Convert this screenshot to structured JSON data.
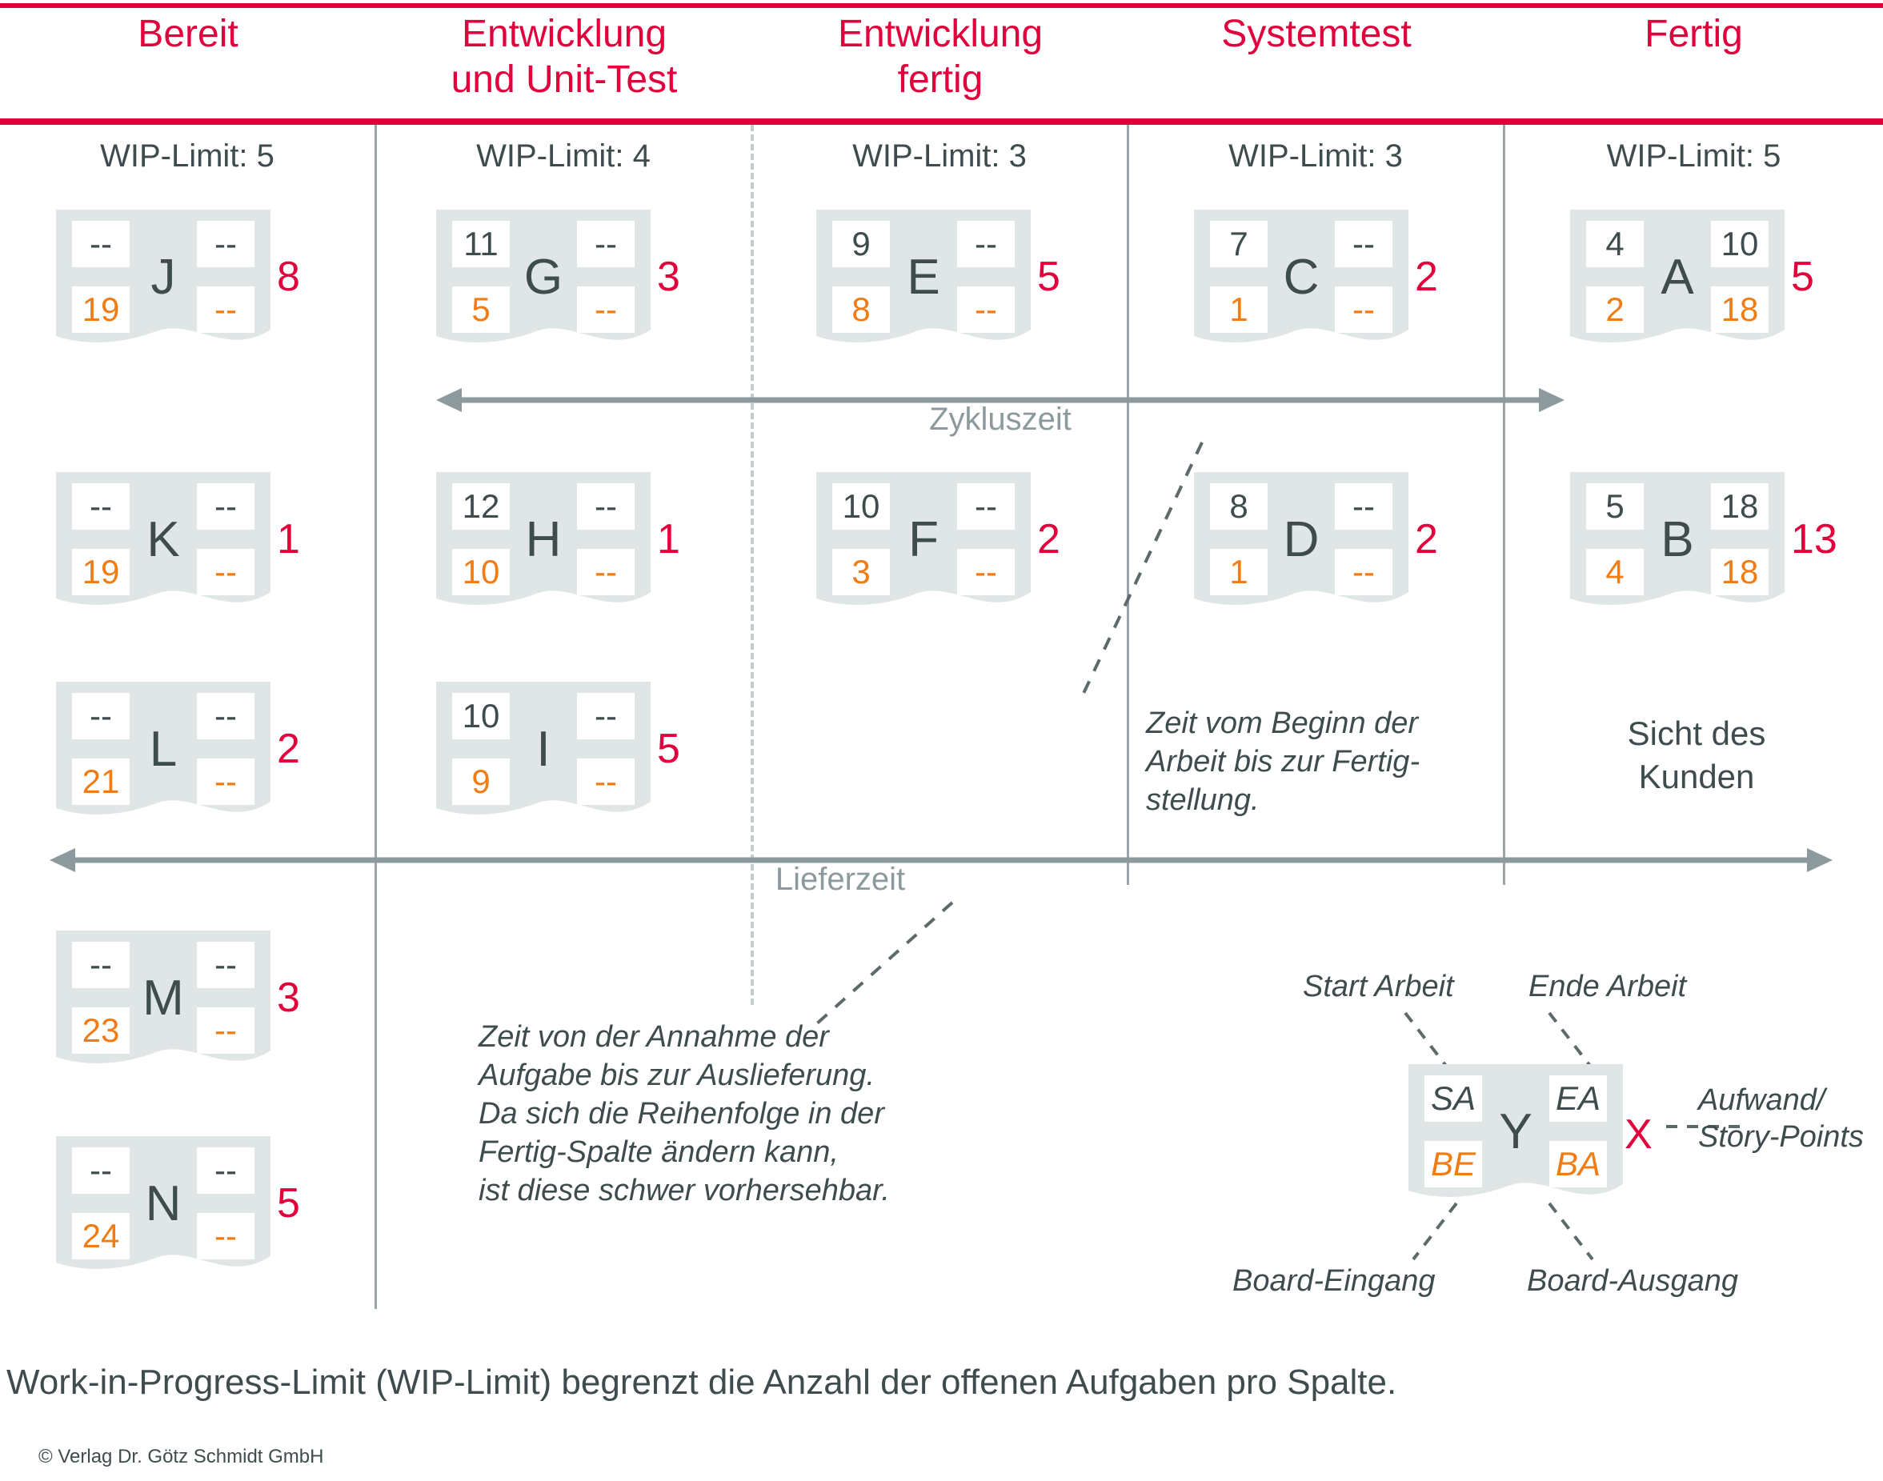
{
  "board": {
    "columns": [
      {
        "title": "Bereit",
        "wip_label": "WIP-Limit: 5"
      },
      {
        "title": "Entwicklung\nund Unit-Test",
        "wip_label": "WIP-Limit: 4"
      },
      {
        "title": "Entwicklung\nfertig",
        "wip_label": "WIP-Limit: 3"
      },
      {
        "title": "Systemtest",
        "wip_label": "WIP-Limit: 3"
      },
      {
        "title": "Fertig",
        "wip_label": "WIP-Limit: 5"
      }
    ],
    "column_titles": {
      "c0": "Bereit",
      "c1_l1": "Entwicklung",
      "c1_l2": "und Unit-Test",
      "c2_l1": "Entwicklung",
      "c2_l2": "fertig",
      "c3": "Systemtest",
      "c4": "Fertig"
    },
    "wip": {
      "c0": "WIP-Limit: 5",
      "c1": "WIP-Limit: 4",
      "c2": "WIP-Limit: 3",
      "c3": "WIP-Limit: 3",
      "c4": "WIP-Limit: 5"
    },
    "cards": {
      "J": {
        "letter": "J",
        "sa": "--",
        "ea": "--",
        "be": "19",
        "ba": "--",
        "effort": "8"
      },
      "K": {
        "letter": "K",
        "sa": "--",
        "ea": "--",
        "be": "19",
        "ba": "--",
        "effort": "1"
      },
      "L": {
        "letter": "L",
        "sa": "--",
        "ea": "--",
        "be": "21",
        "ba": "--",
        "effort": "2"
      },
      "M": {
        "letter": "M",
        "sa": "--",
        "ea": "--",
        "be": "23",
        "ba": "--",
        "effort": "3"
      },
      "N": {
        "letter": "N",
        "sa": "--",
        "ea": "--",
        "be": "24",
        "ba": "--",
        "effort": "5"
      },
      "G": {
        "letter": "G",
        "sa": "11",
        "ea": "--",
        "be": "5",
        "ba": "--",
        "effort": "3"
      },
      "H": {
        "letter": "H",
        "sa": "12",
        "ea": "--",
        "be": "10",
        "ba": "--",
        "effort": "1"
      },
      "I": {
        "letter": "I",
        "sa": "10",
        "ea": "--",
        "be": "9",
        "ba": "--",
        "effort": "5"
      },
      "E": {
        "letter": "E",
        "sa": "9",
        "ea": "--",
        "be": "8",
        "ba": "--",
        "effort": "5"
      },
      "F": {
        "letter": "F",
        "sa": "10",
        "ea": "--",
        "be": "3",
        "ba": "--",
        "effort": "2"
      },
      "C": {
        "letter": "C",
        "sa": "7",
        "ea": "--",
        "be": "1",
        "ba": "--",
        "effort": "2"
      },
      "D": {
        "letter": "D",
        "sa": "8",
        "ea": "--",
        "be": "1",
        "ba": "--",
        "effort": "2"
      },
      "A": {
        "letter": "A",
        "sa": "4",
        "ea": "10",
        "be": "2",
        "ba": "18",
        "effort": "5"
      },
      "B": {
        "letter": "B",
        "sa": "5",
        "ea": "18",
        "be": "4",
        "ba": "18",
        "effort": "13"
      }
    }
  },
  "arrows": {
    "cycle_time_label": "Zykluszeit",
    "lead_time_label": "Lieferzeit"
  },
  "notes": {
    "cycle_time": "Zeit vom Beginn der\nArbeit bis zur Fertig-\nstellung.",
    "cycle_time_l1": "Zeit vom Beginn der",
    "cycle_time_l2": "Arbeit bis zur Fertig-",
    "cycle_time_l3": "stellung.",
    "lead_time_l1": "Zeit von der Annahme der",
    "lead_time_l2": "Aufgabe bis zur Auslieferung.",
    "lead_time_l3": "Da sich die Reihenfolge in der",
    "lead_time_l4": "Fertig-Spalte ändern kann,",
    "lead_time_l5": "ist diese schwer vorhersehbar.",
    "customer_view_l1": "Sicht des",
    "customer_view_l2": "Kunden"
  },
  "legend": {
    "card": {
      "letter": "Y",
      "sa": "SA",
      "ea": "EA",
      "be": "BE",
      "ba": "BA",
      "effort": "X"
    },
    "start_work": "Start Arbeit",
    "end_work": "Ende Arbeit",
    "board_in": "Board-Eingang",
    "board_out": "Board-Ausgang",
    "effort_l1": "Aufwand/",
    "effort_l2": "Story-Points"
  },
  "footer": {
    "caption": "Work-in-Progress-Limit (WIP-Limit) begrenzt die Anzahl der offenen Aufgaben pro Spalte.",
    "copyright": "© Verlag Dr. Götz Schmidt GmbH"
  },
  "colors": {
    "accent_red": "#e2003c",
    "orange": "#f07c13",
    "dark_slate": "#3f4c4e",
    "card_gray": "#e0e5e6",
    "arrow_gray": "#8c9a9d"
  }
}
